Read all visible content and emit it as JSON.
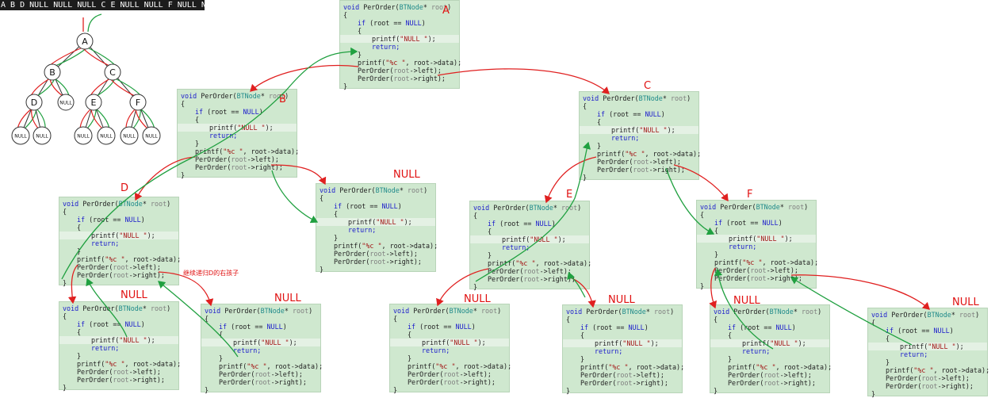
{
  "output_text": "A B D NULL NULL NULL C E NULL NULL F NULL NULL",
  "code": {
    "line_sig": [
      "void",
      "PerOrder(",
      "BTNode",
      "* ",
      "root",
      ")"
    ],
    "line_open": "{",
    "line_if": [
      "if",
      " (root == ",
      "NULL",
      ")"
    ],
    "line_if_open": "{",
    "line_printf_null": [
      "printf(",
      "\"NULL \"",
      ");"
    ],
    "line_return": "return;",
    "line_if_close": "}",
    "line_printf_data": [
      "printf(",
      "\"%c \"",
      ", root->data);"
    ],
    "line_left": "PerOrder(root->left);",
    "line_right": "PerOrder(root->right);",
    "line_close": "}"
  },
  "frames": [
    {
      "id": "A",
      "label": "A"
    },
    {
      "id": "B",
      "label": "B"
    },
    {
      "id": "C",
      "label": "C"
    },
    {
      "id": "D",
      "label": "D"
    },
    {
      "id": "B_R",
      "label": "NULL"
    },
    {
      "id": "E",
      "label": "E"
    },
    {
      "id": "F",
      "label": "F"
    },
    {
      "id": "D_L",
      "label": "NULL"
    },
    {
      "id": "D_R",
      "label": "NULL"
    },
    {
      "id": "E_L",
      "label": "NULL"
    },
    {
      "id": "E_R",
      "label": "NULL"
    },
    {
      "id": "F_L",
      "label": "NULL"
    },
    {
      "id": "F_R",
      "label": "NULL"
    }
  ],
  "annotation": "继续递归D的右孩子",
  "tree": {
    "nodes": [
      "A",
      "B",
      "C",
      "D",
      "NULL",
      "E",
      "F",
      "NULL",
      "NULL",
      "NULL",
      "NULL",
      "NULL",
      "NULL"
    ]
  }
}
